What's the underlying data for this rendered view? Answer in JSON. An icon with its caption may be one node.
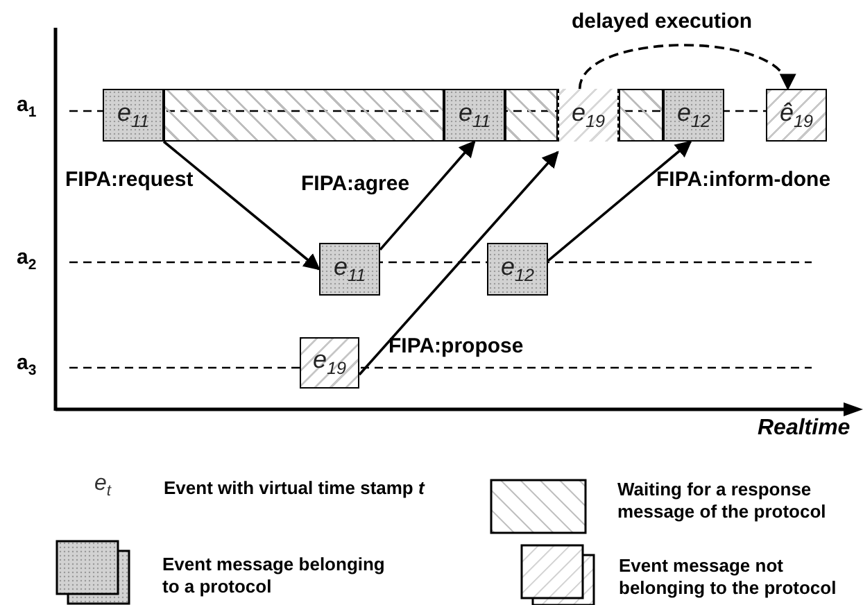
{
  "diagram": {
    "nodes": [
      {
        "text": [
          "e$_{11}$"
        ]
      },
      {
        "text": [],
        "shape": "bar"
      },
      {
        "text": [
          "e$_{11}$"
        ]
      },
      {
        "text": [],
        "shape": "bar"
      },
      {
        "text": [
          "e$_{19}$"
        ]
      },
      {
        "text": [],
        "shape": "bar"
      },
      {
        "text": [
          "e$_{12}$"
        ]
      },
      {
        "text": [
          "ê$_{19}$"
        ]
      },
      {
        "text": [
          "e$_{11}$"
        ]
      },
      {
        "text": [
          "e$_{12}$"
        ]
      },
      {
        "text": [
          "e$_{19}$"
        ]
      }
    ],
    "edges": [
      {
        "from": 0,
        "to": 8,
        "arrow": "to",
        "label": "FIPA:request"
      },
      {
        "from": 8,
        "to": 2,
        "arrow": "to",
        "label": "FIPA:agree"
      },
      {
        "from": 10,
        "to": 4,
        "arrow": "to",
        "label": "FIPA:propose"
      },
      {
        "from": 9,
        "to": 6,
        "arrow": "to",
        "label": "FIPA:inform-done"
      },
      {
        "from": 4,
        "to": 7,
        "arrow": "to",
        "label": "delayed execution",
        "style": "dashed"
      }
    ],
    "labels": [
      "a$_{1}$",
      "a$_{2}$",
      "a$_{3}$",
      "Realtime",
      "e$_{t}$"
    ],
    "legend": [
      {
        "text": "Event with virtual time stamp *t*"
      },
      {
        "text": "Waiting for a response message of the protocol"
      },
      {
        "text": "Event message belonging to a protocol"
      },
      {
        "text": "Event message not belonging to the protocol"
      }
    ]
  }
}
